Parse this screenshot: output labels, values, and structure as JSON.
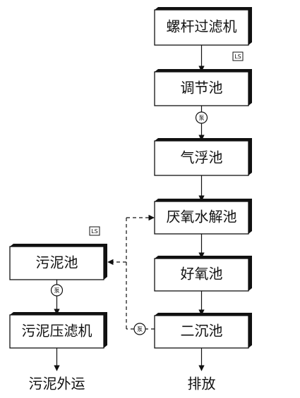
{
  "nodes": {
    "screw_filter": "螺杆过滤机",
    "regulating_tank": "调节池",
    "air_flotation_tank": "气浮池",
    "anaerobic_hydrolysis_tank": "厌氧水解池",
    "aerobic_tank": "好氧池",
    "secondary_clarifier": "二沉池",
    "sludge_tank": "污泥池",
    "sludge_filter_press": "污泥压滤机"
  },
  "outputs": {
    "discharge": "排放",
    "sludge_transport": "污泥外运"
  },
  "symbols": {
    "level_switch": "LS",
    "pump": "泵"
  },
  "colors": {
    "line": "#111111",
    "box_fill": "#ffffff",
    "shadow": "#111111"
  }
}
